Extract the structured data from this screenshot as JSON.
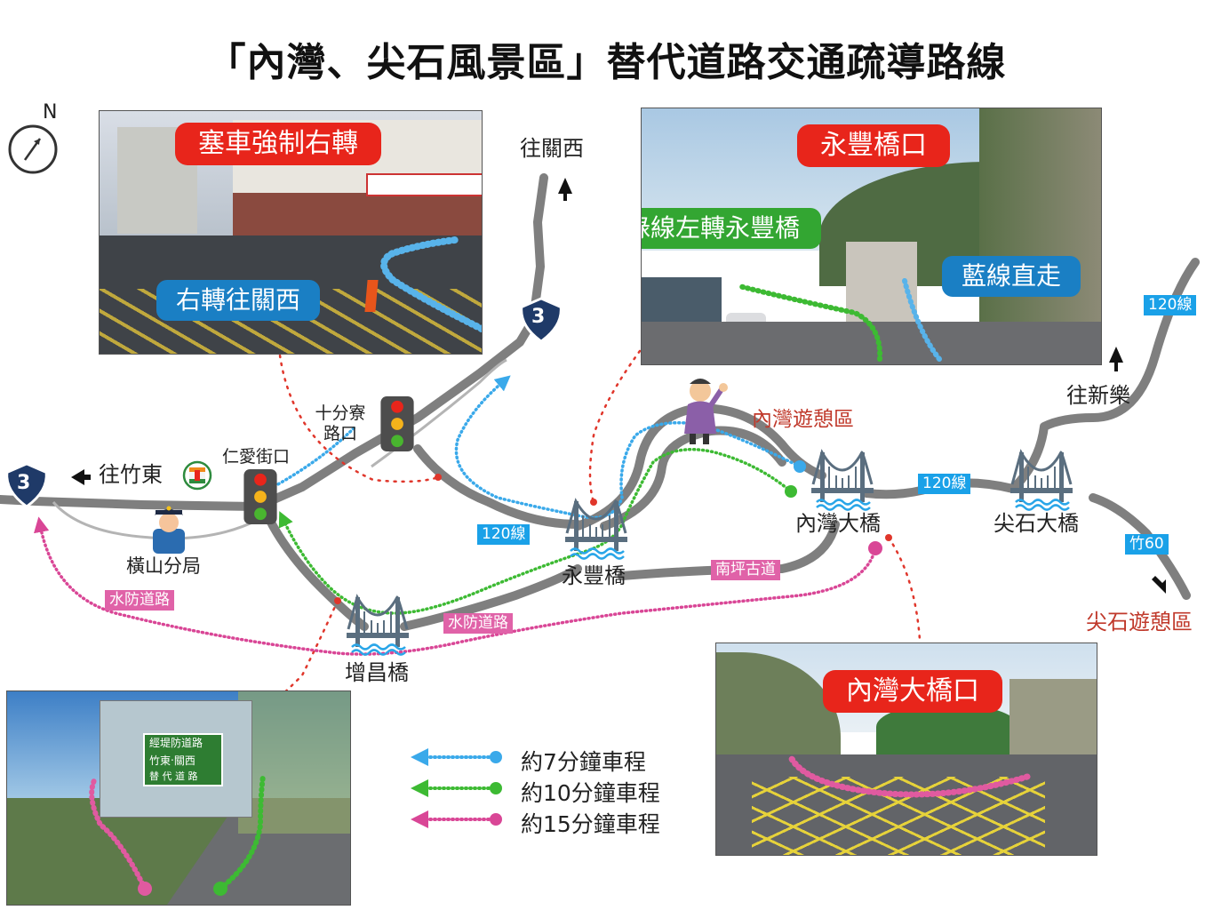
{
  "title": "「內灣、尖石風景區」替代道路交通疏導路線",
  "compass": {
    "label": "N"
  },
  "photos": {
    "top_left": {
      "caption_main": "塞車強制右轉",
      "caption_sub": "右轉往關西"
    },
    "top_right": {
      "caption_main": "永豐橋口",
      "caption_green": "綠線左轉永豐橋",
      "caption_blue": "藍線直走"
    },
    "bottom_right": {
      "caption_main": "內灣大橋口"
    },
    "bottom_left": {
      "sign_line1": "經堤防道路",
      "sign_line2": "竹東‧關西",
      "sign_line3": "替 代 道 路"
    }
  },
  "places": {
    "to_guanxi": "往關西",
    "to_zhudong": "往竹東",
    "to_xinle": "往新樂",
    "shifenliao": "十分寮路口",
    "renai": "仁愛街口",
    "hengshan": "橫山分局",
    "yongfeng": "永豐橋",
    "zengchang": "增昌橋",
    "neiwan_bridge": "內灣大橋",
    "jianshi_bridge": "尖石大橋",
    "neiwan_rest": "內灣遊憩區",
    "jianshi_rest": "尖石遊憩區"
  },
  "route_tags": {
    "r120_a": "120線",
    "r120_b": "120線",
    "r120_c": "120線",
    "zhu60": "竹60",
    "nanping": "南坪古道",
    "shuifang_a": "水防道路",
    "shuifang_b": "水防道路"
  },
  "shields": {
    "left": "3",
    "top": "3"
  },
  "legend": [
    {
      "label": "約7分鐘車程",
      "color": "#3aa9ea"
    },
    {
      "label": "約10分鐘車程",
      "color": "#3dba33"
    },
    {
      "label": "約15分鐘車程",
      "color": "#d94696"
    }
  ],
  "colors": {
    "red": "#e8251b",
    "blue_route": "#3aa9ea",
    "green_route": "#3dba33",
    "pink_route": "#d94696",
    "road": "#7f7f7f"
  }
}
